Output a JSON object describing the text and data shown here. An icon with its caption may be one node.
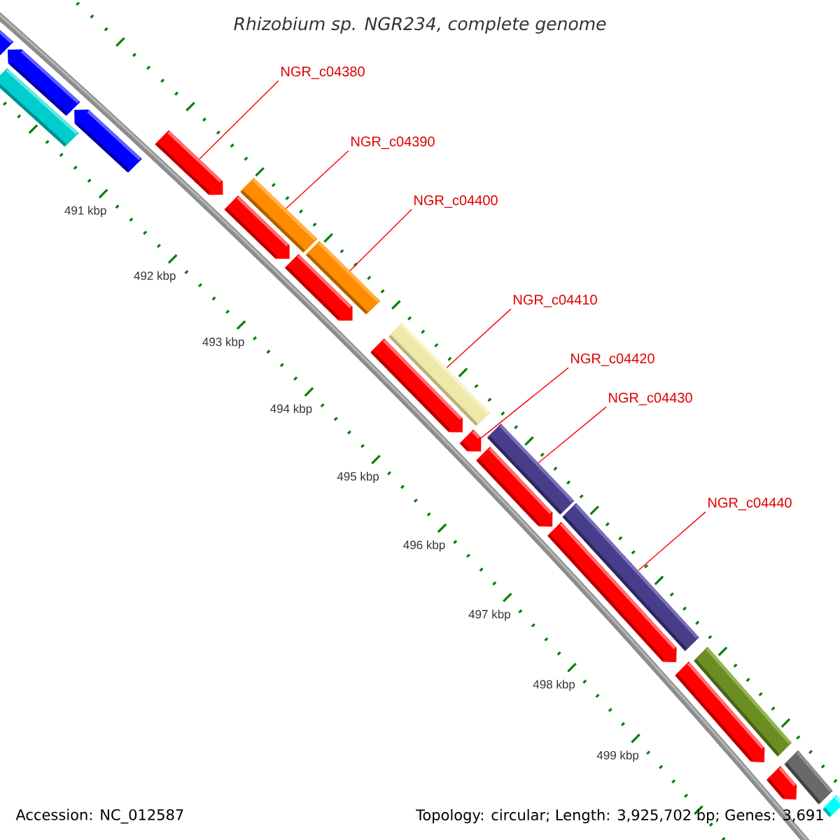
{
  "diagram": {
    "title": "Rhizobium sp. NGR234, complete genome",
    "nodes": [
      {
        "text": [
          "NGR_c04380"
        ]
      },
      {
        "text": [
          "NGR_c04390"
        ]
      },
      {
        "text": [
          "NGR_c04400"
        ]
      },
      {
        "text": [
          "NGR_c04410"
        ]
      },
      {
        "text": [
          "NGR_c04420"
        ]
      },
      {
        "text": [
          "NGR_c04430"
        ]
      },
      {
        "text": [
          "NGR_c04440"
        ]
      },
      {
        "text": [],
        "shape": "arrow"
      },
      {
        "text": [],
        "shape": "bar"
      },
      {
        "text": [],
        "shape": "arrow"
      },
      {
        "text": [],
        "shape": "arrow"
      },
      {
        "text": [],
        "shape": "arrow"
      },
      {
        "text": [],
        "shape": "bar"
      },
      {
        "text": [],
        "shape": "arrow"
      },
      {
        "text": [],
        "shape": "arrow"
      },
      {
        "text": [],
        "shape": "bar"
      },
      {
        "text": [],
        "shape": "arrow"
      },
      {
        "text": [],
        "shape": "bar"
      },
      {
        "text": [],
        "shape": "arrow"
      },
      {
        "text": [],
        "shape": "bar"
      },
      {
        "text": [],
        "shape": "arrow"
      },
      {
        "text": [],
        "shape": "bar"
      },
      {
        "text": [],
        "shape": "arrow"
      },
      {
        "text": [],
        "shape": "arrow"
      },
      {
        "text": [],
        "shape": "bar"
      },
      {
        "text": [],
        "shape": "arrow"
      },
      {
        "text": [],
        "shape": "bar"
      },
      {
        "text": [],
        "shape": "bar"
      }
    ],
    "edges": [
      {
        "from": 0,
        "to": 11,
        "arrow": "none"
      },
      {
        "from": 1,
        "to": 12,
        "arrow": "none"
      },
      {
        "from": 2,
        "to": 15,
        "arrow": "none"
      },
      {
        "from": 3,
        "to": 17,
        "arrow": "none"
      },
      {
        "from": 4,
        "to": 18,
        "arrow": "none"
      },
      {
        "from": 5,
        "to": 19,
        "arrow": "none"
      },
      {
        "from": 6,
        "to": 21,
        "arrow": "none"
      }
    ],
    "labels": [
      "491 kbp",
      "492 kbp",
      "493 kbp",
      "494 kbp",
      "495 kbp",
      "496 kbp",
      "497 kbp",
      "498 kbp",
      "499 kbp",
      "Accession: NC_012587",
      "Topology: circular; Length: 3,925,702 bp; Genes: 3,691"
    ]
  }
}
